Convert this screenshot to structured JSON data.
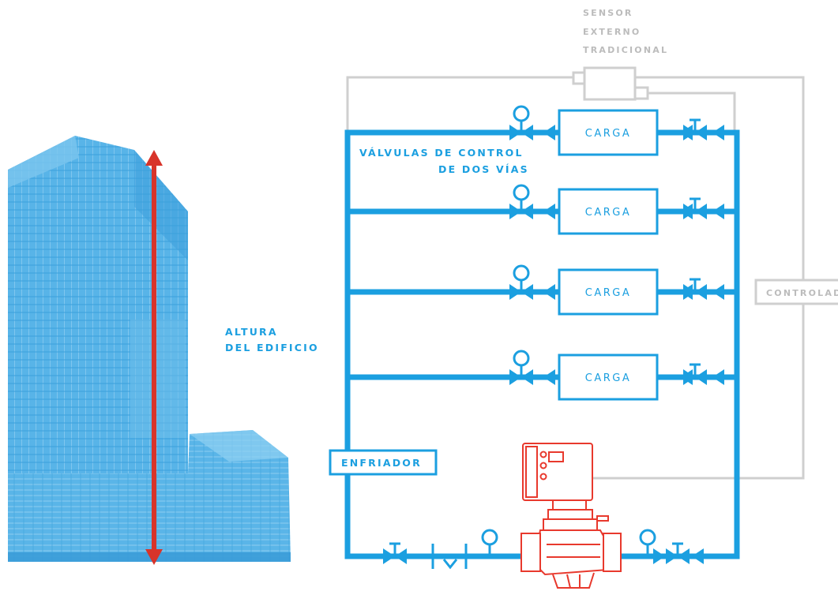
{
  "diagram": {
    "building_height_label": [
      "ALTURA",
      "DEL EDIFICIO"
    ],
    "sensor_label": [
      "SENSOR",
      "EXTERNO",
      "TRADICIONAL"
    ],
    "valves_label": [
      "VÁLVULAS DE CONTROL",
      "DE DOS VÍAS"
    ],
    "loads": [
      "CARGA",
      "CARGA",
      "CARGA",
      "CARGA"
    ],
    "controller_label": "CONTROLADOR",
    "chiller_label": "ENFRIADOR"
  },
  "colors": {
    "pipe": "#1b9fe0",
    "building": "#4fb0e6",
    "height_arrow": "#d8342a",
    "pump": "#e8392d",
    "control_wire": "#cfcfcf"
  }
}
